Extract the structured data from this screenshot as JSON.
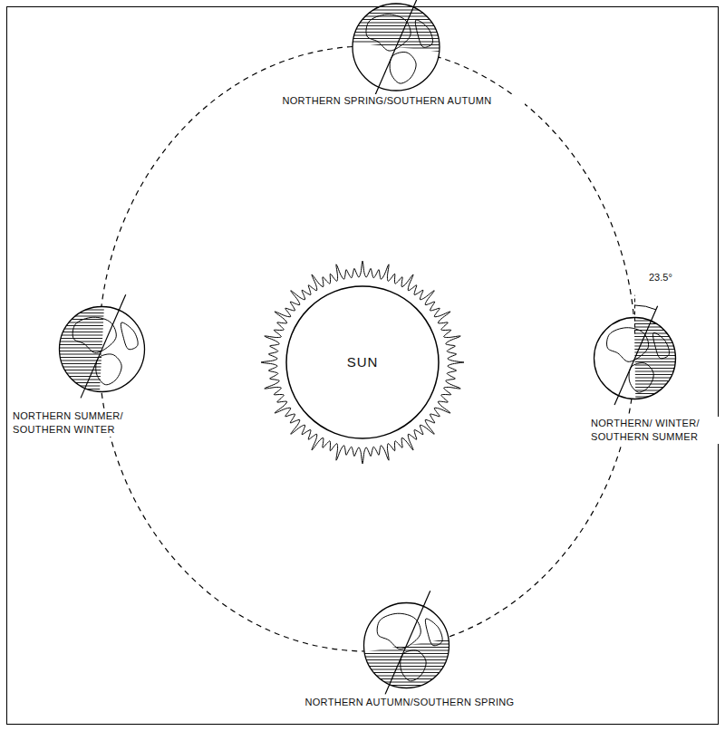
{
  "diagram": {
    "nodes": [
      {
        "text": [
          "NORTHERN SPRING/SOUTHERN AUTUMN"
        ]
      },
      {
        "text": [
          "NORTHERN SUMMER/ SOUTHERN WINTER"
        ]
      },
      {
        "text": [
          "SUN"
        ]
      },
      {
        "text": [
          "NORTHERN/ WINTER/ SOUTHERN SUMMER"
        ]
      },
      {
        "text": [
          "NORTHERN AUTUMN/SOUTHERN SPRING"
        ]
      }
    ],
    "labels": [
      "23.5°"
    ]
  }
}
